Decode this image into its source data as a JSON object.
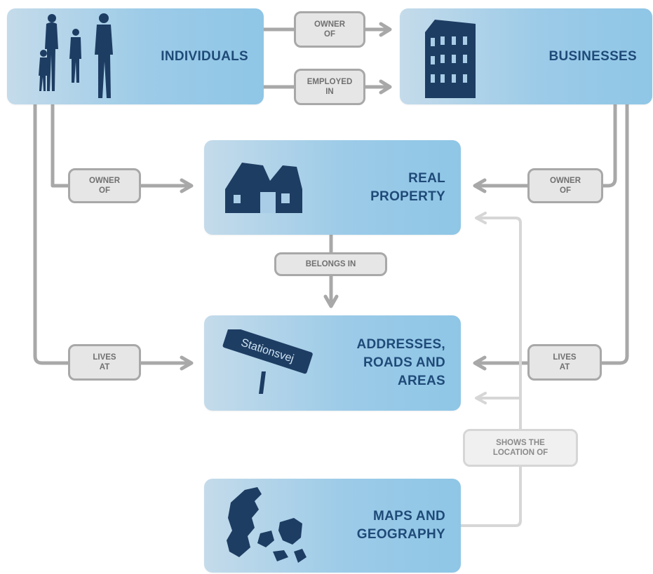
{
  "nodes": {
    "individuals": {
      "title": "INDIVIDUALS"
    },
    "businesses": {
      "title": "BUSINESSES"
    },
    "real_property": {
      "title": "REAL\nPROPERTY"
    },
    "addresses": {
      "title": "ADDRESSES,\nROADS AND\nAREAS",
      "sign_text": "Stationsvej"
    },
    "maps": {
      "title": "MAPS AND\nGEOGRAPHY"
    }
  },
  "relations": {
    "owner_of_top": "OWNER\nOF",
    "employed_in": "EMPLOYED\nIN",
    "owner_of_left": "OWNER\nOF",
    "owner_of_right": "OWNER\nOF",
    "belongs_in": "BELONGS IN",
    "lives_at_left": "LIVES\nAT",
    "lives_at_right": "LIVES\nAT",
    "shows_location_of": "SHOWS THE\nLOCATION OF"
  },
  "colors": {
    "box_gradient_start": "#c4dbea",
    "box_gradient_end": "#8fc6e6",
    "title_text": "#1f4a78",
    "icon_fill": "#1e3d63",
    "connector_dark": "#a8a8a8",
    "connector_light": "#d6d6d6",
    "tag_text": "#707070"
  }
}
